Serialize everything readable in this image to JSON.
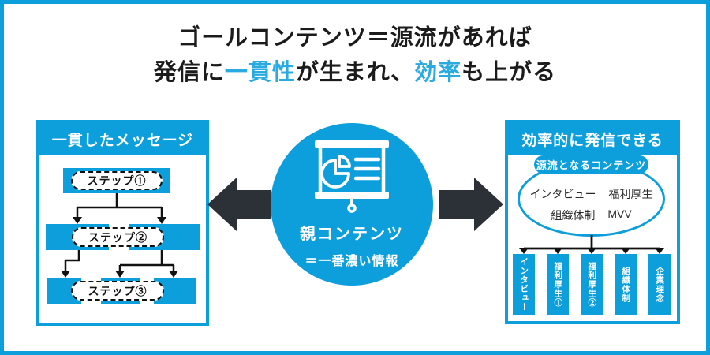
{
  "colors": {
    "accent_blue": "#0d9edc",
    "highlight_blue": "#29abe2",
    "arrow_dark": "#2b3137",
    "title_text": "#1b1b1b"
  },
  "title": {
    "line1": "ゴールコンテンツ＝源流があれば",
    "line2_segments": [
      {
        "text": "発信に",
        "highlight": false
      },
      {
        "text": "一貫性",
        "highlight": true
      },
      {
        "text": "が生まれ、",
        "highlight": false
      },
      {
        "text": "効率",
        "highlight": true
      },
      {
        "text": "も上がる",
        "highlight": false
      }
    ]
  },
  "left_panel": {
    "header": "一貫したメッセージ",
    "steps": [
      "ステップ①",
      "ステップ②",
      "ステップ③"
    ]
  },
  "center": {
    "icon": "presentation-screen-chart-icon",
    "line1": "親コンテンツ",
    "line2": "＝一番濃い情報"
  },
  "right_panel": {
    "header": "効率的に発信できる",
    "pill": "源流となるコンテンツ",
    "source_row1": [
      "インタビュー",
      "福利厚生"
    ],
    "source_row2": [
      "組織体制",
      "MVV"
    ],
    "boxes": [
      "インタビュー",
      "福利厚生①",
      "福利厚生②",
      "組織体制",
      "企業理念"
    ]
  }
}
